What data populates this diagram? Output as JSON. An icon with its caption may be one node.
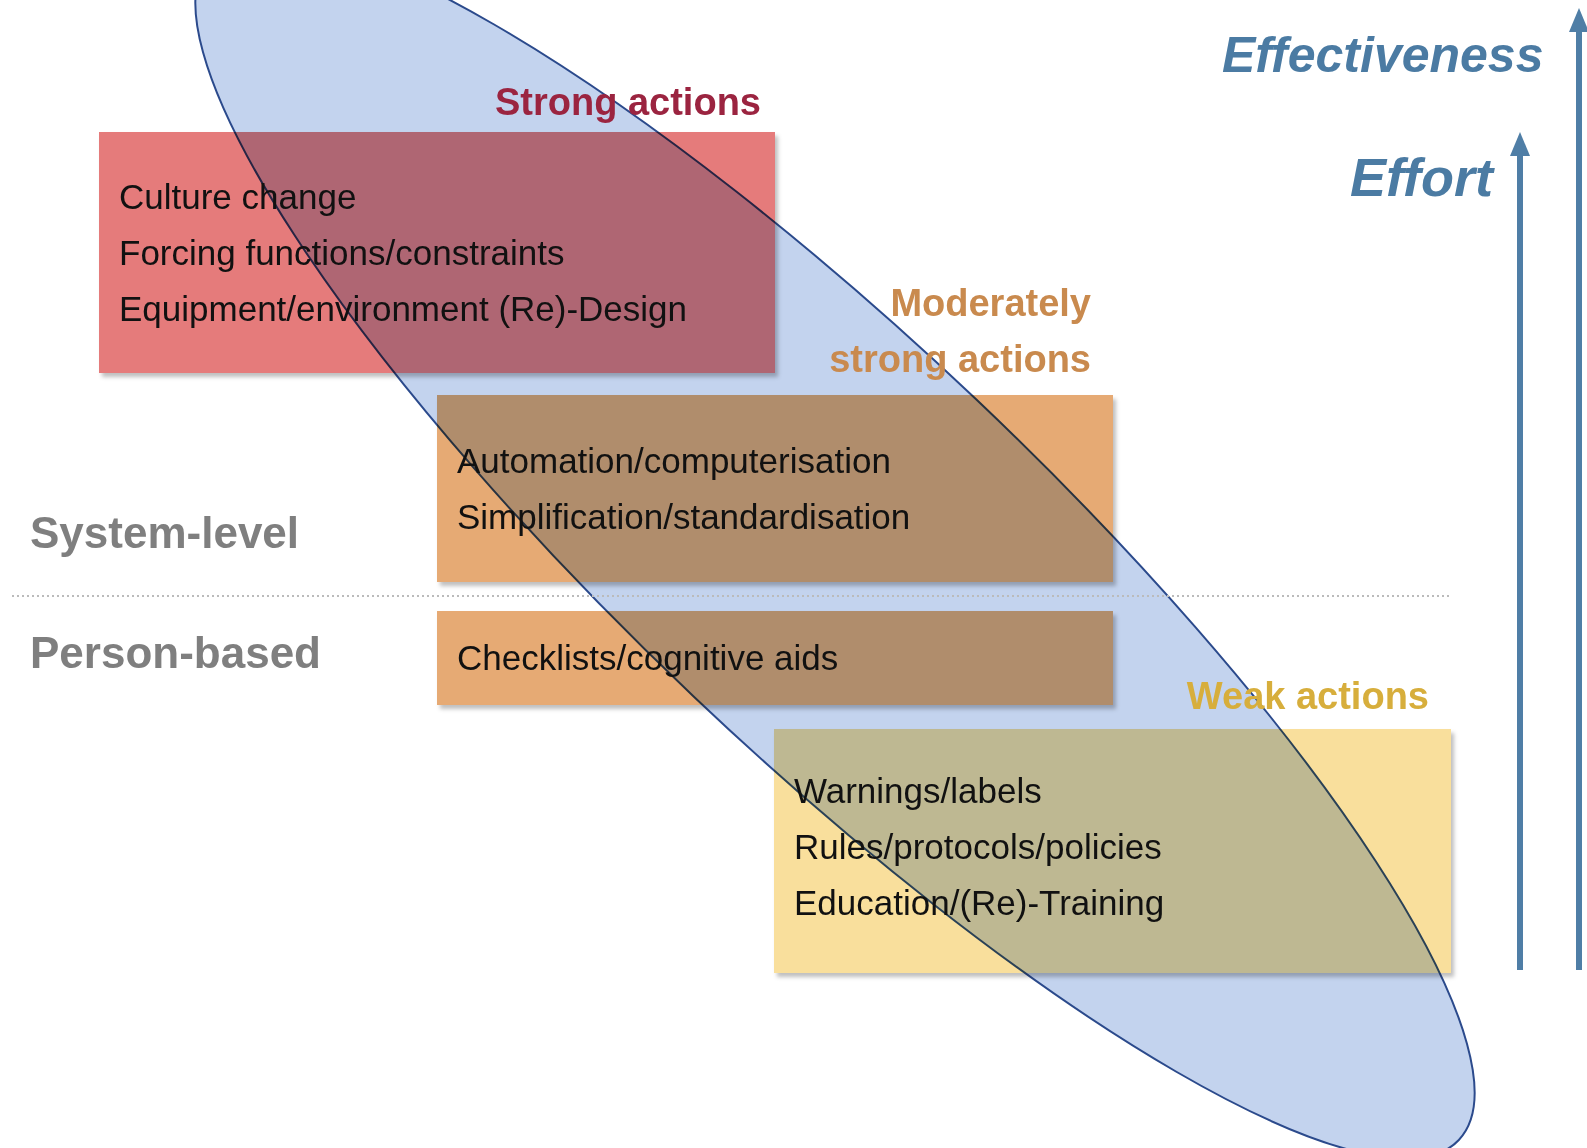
{
  "diagram": {
    "nodes": [
      {
        "text": [
          "Strong actions",
          "Culture change",
          "Forcing functions/constraints",
          "Equipment/environment (Re)-Design"
        ]
      },
      {
        "text": [
          "Moderately strong actions",
          "Automation/computerisation",
          "Simplification/standardisation"
        ]
      },
      {
        "text": [
          "Checklists/cognitive aids"
        ]
      },
      {
        "text": [
          "Weak actions",
          "Warnings/labels",
          "Rules/protocols/policies",
          "Education/(Re)-Training"
        ]
      }
    ],
    "edges": [],
    "labels": [
      "Effectiveness",
      "Effort",
      "System-level",
      "Person-based"
    ]
  }
}
